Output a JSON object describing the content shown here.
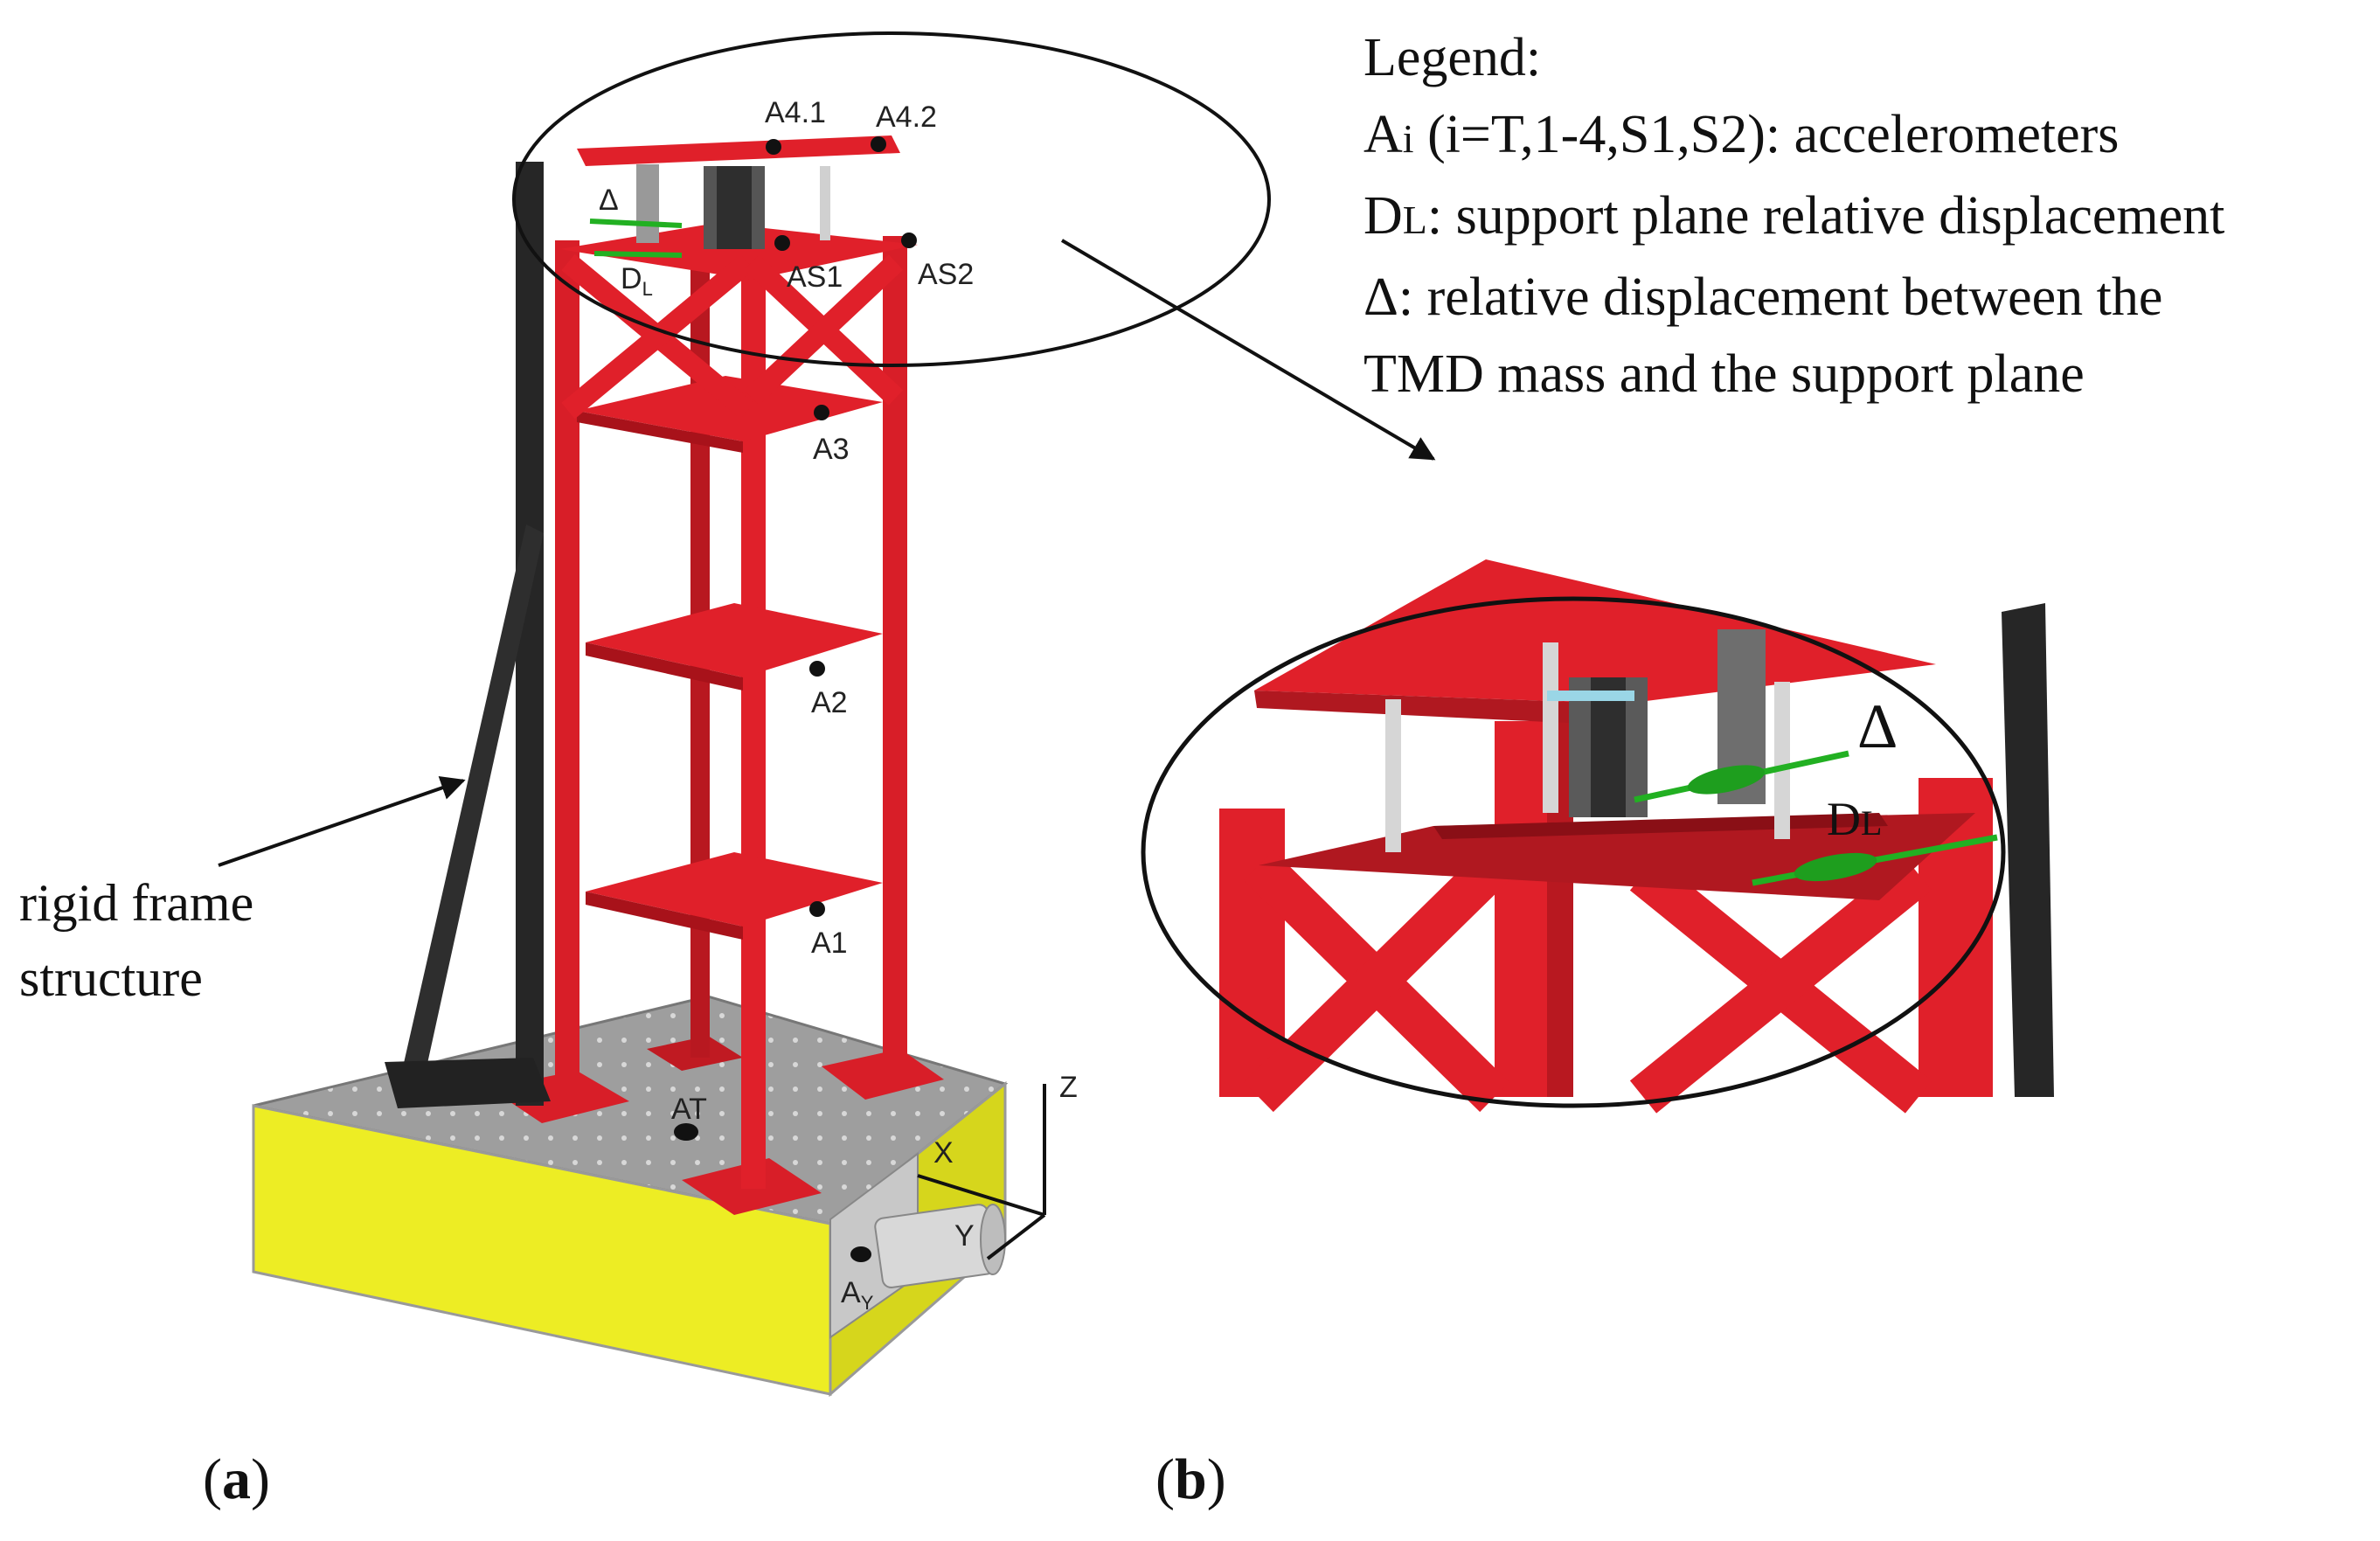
{
  "legend": {
    "title": "Legend:",
    "line1_pre": "A",
    "line1_sub": "i",
    "line1_rest": " (i=T,1-4,S1,S2): accelerometers",
    "line2_pre": "D",
    "line2_sub": "L",
    "line2_rest": ": support plane relative displacement",
    "line3": "Δ: relative displacement between the",
    "line4": "TMD mass and the support plane"
  },
  "annotation": {
    "line1": "rigid frame",
    "line2": "structure"
  },
  "panels": {
    "a_open": "(",
    "a_letter": "a",
    "a_close": ")",
    "b_open": "(",
    "b_letter": "b",
    "b_close": ")"
  },
  "sensors": {
    "a41": "A4.1",
    "a42": "A4.2",
    "as1": "AS1",
    "as2": "AS2",
    "a3": "A3",
    "a2": "A2",
    "a1": "A1",
    "at": "AT",
    "ay_main": "A",
    "ay_sub": "Y",
    "delta_small": "Δ",
    "dl_small_main": "D",
    "dl_small_sub": "L"
  },
  "axes": {
    "z": "Z",
    "x": "X",
    "y": "Y"
  },
  "zoom_labels": {
    "delta": "Δ",
    "dl_main": "D",
    "dl_sub": "L"
  },
  "colors": {
    "frame_red": "#e0202a",
    "dark_red": "#a8121a",
    "table_yellow": "#eeee22",
    "table_grey": "#9a9a9a",
    "rigid_frame": "#2a2a2a",
    "sensor_green": "#22b022"
  }
}
